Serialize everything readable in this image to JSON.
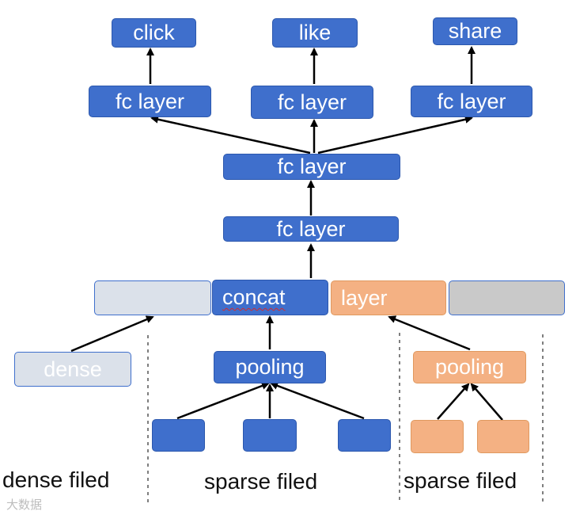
{
  "outputs": {
    "click": "click",
    "like": "like",
    "share": "share"
  },
  "layers": {
    "fc_layer_label": "fc layer"
  },
  "concat_row": {
    "concat": "concat",
    "layer": "layer"
  },
  "inputs": {
    "dense": "dense",
    "pooling_label": "pooling"
  },
  "fields": {
    "dense_filed": "dense filed",
    "sparse_filed_1": "sparse filed",
    "sparse_filed_2": "sparse filed"
  },
  "watermark": "大数据",
  "colors": {
    "blue": "#3f6fcc",
    "orange": "#f4b183",
    "pale": "#dbe1ea",
    "gray": "#c9c9c9"
  }
}
